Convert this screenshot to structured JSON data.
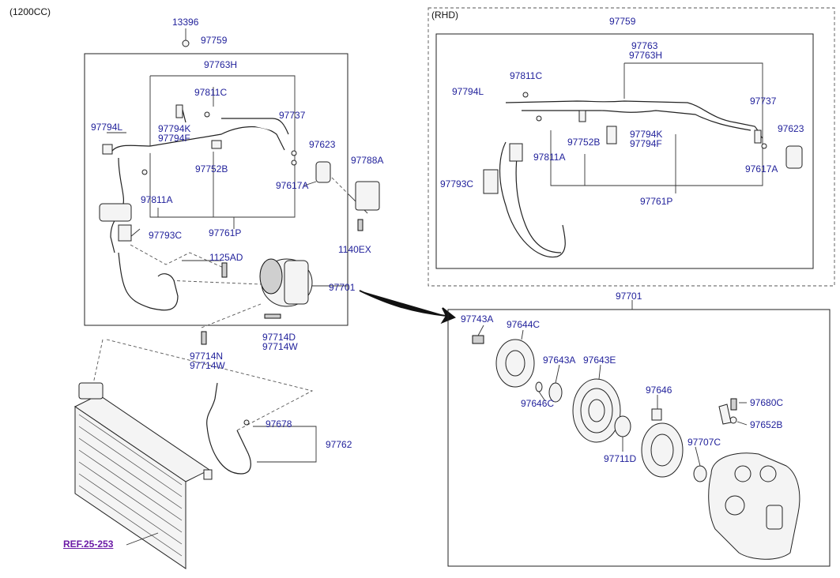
{
  "variant_label": "(1200CC)",
  "rhd_label": "(RHD)",
  "ref_label": "REF.25-253",
  "labels_main": {
    "p13396": "13396",
    "p97759": "97759",
    "p97763H": "97763H",
    "p97811C": "97811C",
    "p97794L": "97794L",
    "p97794K": "97794K",
    "p97794F": "97794F",
    "p97737": "97737",
    "p97623": "97623",
    "p97788A": "97788A",
    "p97752B": "97752B",
    "p97617A": "97617A",
    "p97811A": "97811A",
    "p97761P": "97761P",
    "p97793C": "97793C",
    "p1140EX": "1140EX",
    "p1125AD": "1125AD",
    "p97701": "97701",
    "p97714D": "97714D",
    "p97714W_a": "97714W",
    "p97714N": "97714N",
    "p97714W_b": "97714W",
    "p97678": "97678",
    "p97762": "97762"
  },
  "labels_rhd": {
    "p97759": "97759",
    "p97763": "97763",
    "p97763H": "97763H",
    "p97811C": "97811C",
    "p97794L": "97794L",
    "p97737": "97737",
    "p97623": "97623",
    "p97794K": "97794K",
    "p97794F": "97794F",
    "p97752B": "97752B",
    "p97811A": "97811A",
    "p97617A": "97617A",
    "p97793C": "97793C",
    "p97761P": "97761P"
  },
  "labels_compressor": {
    "p97701": "97701",
    "p97743A": "97743A",
    "p97644C": "97644C",
    "p97643A": "97643A",
    "p97643E": "97643E",
    "p97646": "97646",
    "p97680C": "97680C",
    "p97646C": "97646C",
    "p97652B": "97652B",
    "p97707C": "97707C",
    "p97711D": "97711D"
  }
}
